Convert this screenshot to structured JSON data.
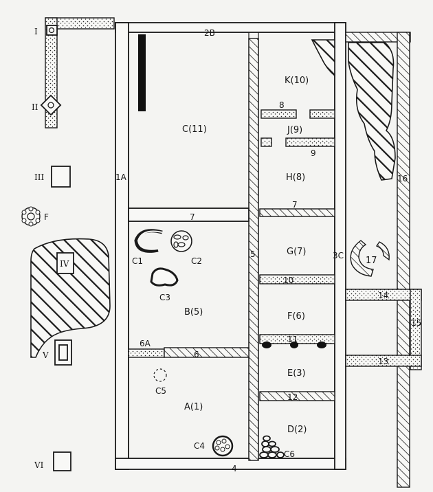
{
  "labels": {
    "wall_2b": "2B",
    "wall_1a": "1A",
    "wall_7": "7",
    "wall_6a": "6A",
    "wall_6": "6",
    "wall_4": "4",
    "wall_5": "5",
    "wall_8": "8",
    "wall_9": "9",
    "wall_7_right": "7",
    "wall_10": "10",
    "wall_11": "11",
    "wall_12": "12",
    "wall_3c": "3C",
    "wall_14": "14",
    "wall_15": "15",
    "wall_13": "13",
    "wall_16": "16",
    "room_c11": "C(11)",
    "room_b5": "B(5)",
    "room_a1": "A(1)",
    "room_k10": "K(10)",
    "room_j9": "J(9)",
    "room_h8": "H(8)",
    "room_g7": "G(7)",
    "room_f6": "F(6)",
    "room_e3": "E(3)",
    "room_d2": "D(2)",
    "feat_c1": "C1",
    "feat_c2": "C2",
    "feat_c3": "C3",
    "feat_c4": "C4",
    "feat_c5": "C5",
    "feat_c6": "C6",
    "feat_17": "17",
    "feat_f": "F",
    "pit_i": "I",
    "pit_ii": "II",
    "pit_iii": "III",
    "pit_iv": "IV",
    "pit_v": "V",
    "pit_vi": "VI"
  },
  "colors": {
    "ink": "#1a1a1a",
    "paper": "#f4f4f2"
  }
}
